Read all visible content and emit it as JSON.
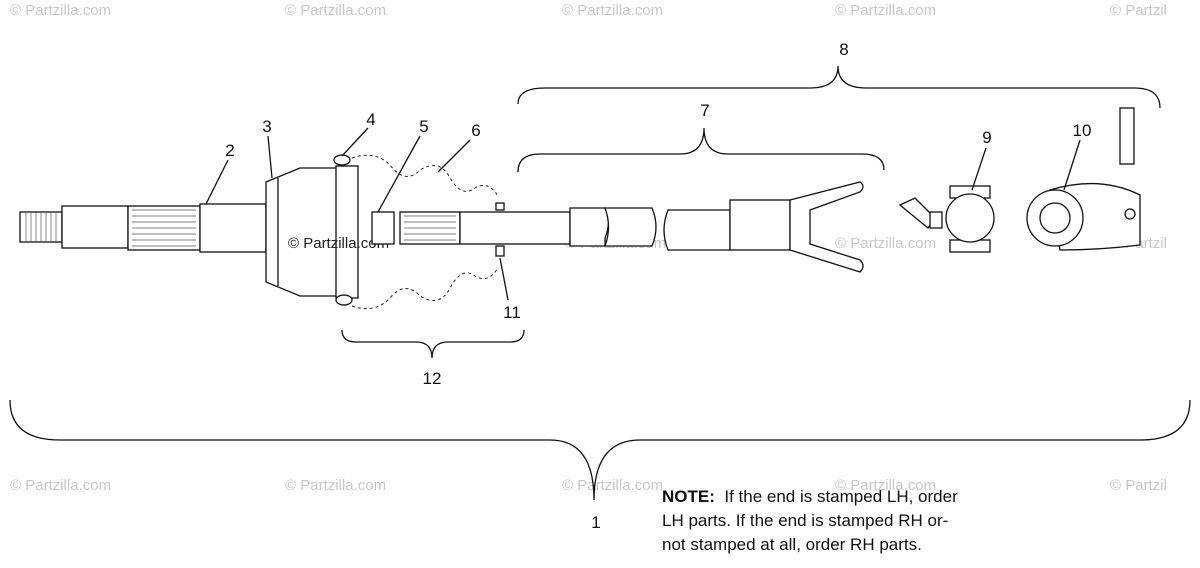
{
  "watermarks": {
    "site": "© Partzilla.com",
    "cropped": "© Partzil"
  },
  "callouts": {
    "c1": "1",
    "c2": "2",
    "c3": "3",
    "c4": "4",
    "c5": "5",
    "c6": "6",
    "c7": "7",
    "c8": "8",
    "c9": "9",
    "c10": "10",
    "c11": "11",
    "c12": "12"
  },
  "note": {
    "heading": "NOTE:",
    "line1": "If the end is stamped LH, order",
    "line2": "LH parts.  If the end is stamped RH or-",
    "line3": "not stamped at all, order RH parts."
  }
}
